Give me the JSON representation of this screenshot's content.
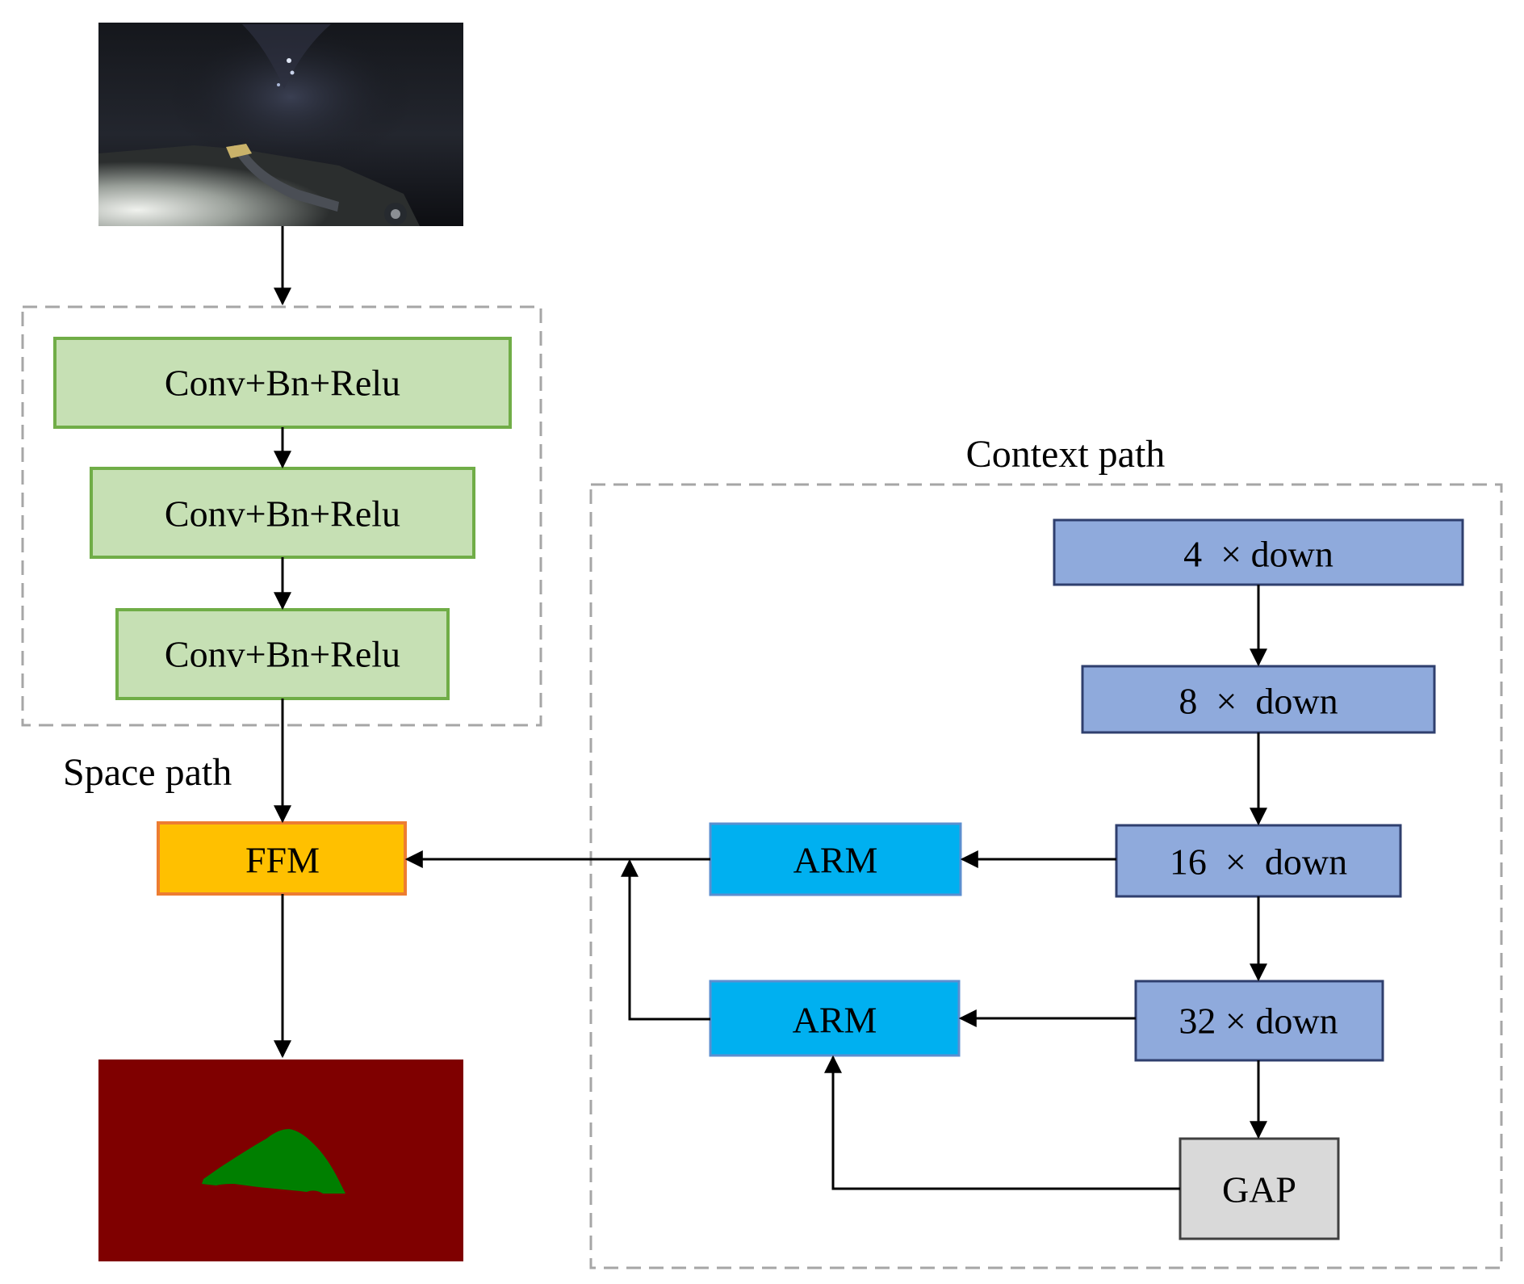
{
  "space_path": {
    "label": "Space path",
    "blocks": [
      "Conv+Bn+Relu",
      "Conv+Bn+Relu",
      "Conv+Bn+Relu"
    ]
  },
  "context_path": {
    "label": "Context path",
    "downsamples": [
      "4  × down",
      "8  ×  down",
      "16  ×  down",
      "32 × down"
    ],
    "arm_upper": "ARM",
    "arm_lower": "ARM",
    "gap": "GAP"
  },
  "ffm": "FFM",
  "colors": {
    "conv_fill": "#c6e0b4",
    "conv_stroke": "#70ad47",
    "down_fill": "#8faadc",
    "down_stroke": "#2f3f6e",
    "arm_fill": "#00b0f0",
    "arm_stroke": "#5b8fd0",
    "ffm_fill": "#ffc000",
    "ffm_stroke": "#ed7d31",
    "gap_fill": "#d9d9d9",
    "gap_stroke": "#404040",
    "dashed_border": "#a6a6a6",
    "mask_background": "#7f0000",
    "mask_object": "#007f00"
  }
}
